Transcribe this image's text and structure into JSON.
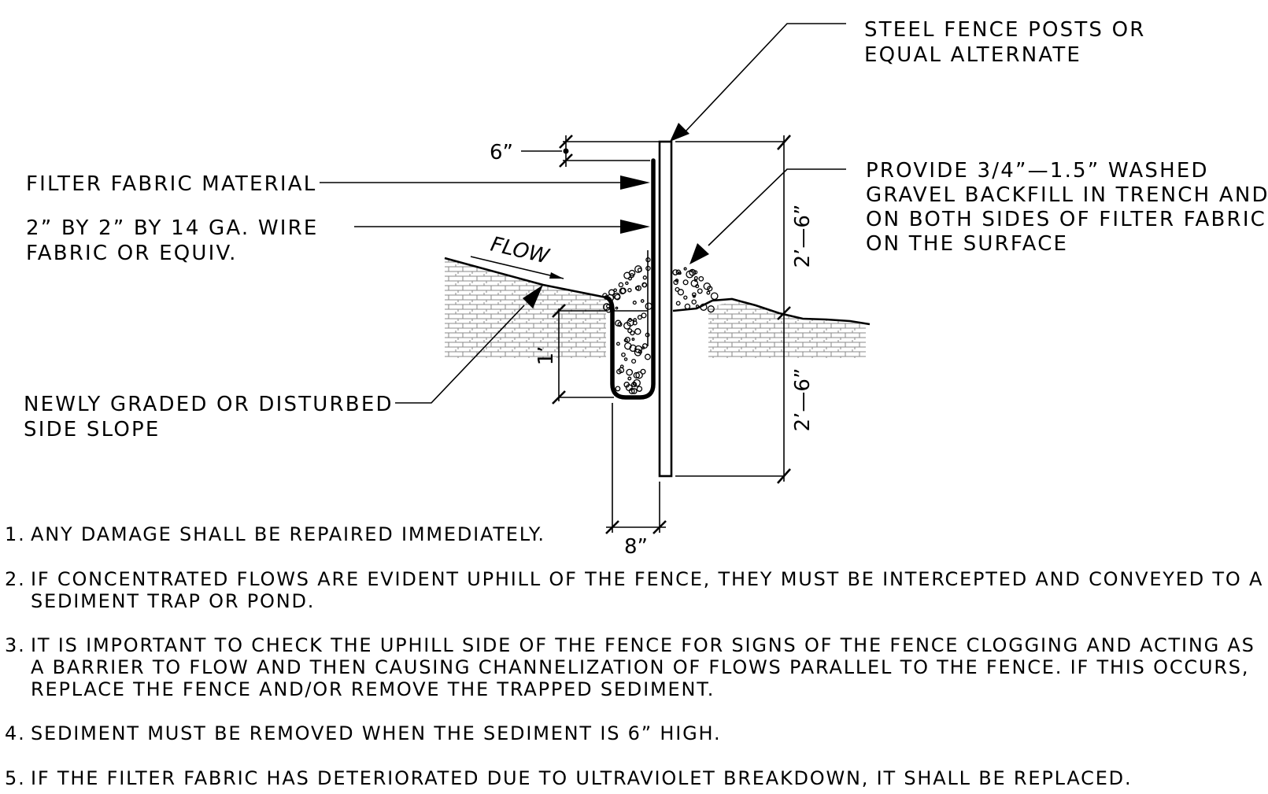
{
  "labels": {
    "posts_line1": "STEEL FENCE POSTS OR",
    "posts_line2": "EQUAL ALTERNATE",
    "filter_fabric": "FILTER FABRIC MATERIAL",
    "wire_line1": "2” BY 2” BY 14 GA. WIRE",
    "wire_line2": "FABRIC OR EQUIV.",
    "gravel_line1": "PROVIDE 3/4”—1.5” WASHED",
    "gravel_line2": "GRAVEL BACKFILL IN TRENCH AND",
    "gravel_line3": "ON BOTH SIDES OF FILTER FABRIC",
    "gravel_line4": "ON THE SURFACE",
    "slope_line1": "NEWLY GRADED OR DISTURBED",
    "slope_line2": "SIDE SLOPE",
    "flow": "FLOW"
  },
  "dimensions": {
    "top_gap": "6”",
    "trench_depth": "1’",
    "trench_width": "8”",
    "above_ground": "2’—6”",
    "below_ground": "2’—6”"
  },
  "notes": [
    {
      "num": "1.",
      "lines": [
        "ANY DAMAGE SHALL BE REPAIRED IMMEDIATELY."
      ]
    },
    {
      "num": "2.",
      "lines": [
        "IF CONCENTRATED FLOWS ARE EVIDENT UPHILL OF THE FENCE, THEY MUST BE INTERCEPTED AND CONVEYED TO A",
        "SEDIMENT TRAP OR POND."
      ]
    },
    {
      "num": "3.",
      "lines": [
        "IT IS IMPORTANT TO CHECK THE UPHILL SIDE OF THE FENCE FOR SIGNS OF THE FENCE CLOGGING AND ACTING AS",
        "A BARRIER TO FLOW AND THEN CAUSING CHANNELIZATION OF FLOWS PARALLEL TO THE FENCE.  IF THIS OCCURS,",
        "REPLACE THE FENCE AND/OR REMOVE THE TRAPPED SEDIMENT."
      ]
    },
    {
      "num": "4.",
      "lines": [
        "SEDIMENT MUST BE REMOVED WHEN THE SEDIMENT IS 6” HIGH."
      ]
    },
    {
      "num": "5.",
      "lines": [
        "IF THE FILTER FABRIC HAS DETERIORATED DUE TO ULTRAVIOLET BREAKDOWN, IT SHALL BE REPLACED."
      ]
    }
  ]
}
